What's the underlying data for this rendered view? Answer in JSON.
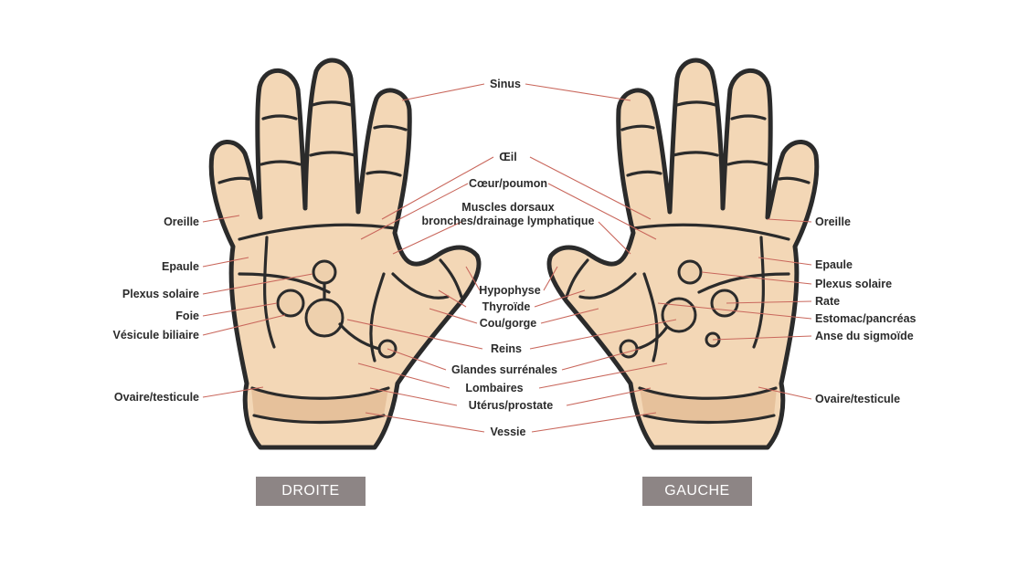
{
  "hands": {
    "right_caption": "DROITE",
    "left_caption": "GAUCHE"
  },
  "labels": {
    "sinus": "Sinus",
    "oeil": "Œil",
    "coeur_poumon": "Cœur/poumon",
    "muscles_dorsaux": "Muscles dorsaux",
    "bronches": "bronches/drainage lymphatique",
    "hypophyse": "Hypophyse",
    "thyroide": "Thyroïde",
    "cou_gorge": "Cou/gorge",
    "reins": "Reins",
    "glandes": "Glandes surrénales",
    "lombaires": "Lombaires",
    "uterus": "Utérus/prostate",
    "vessie": "Vessie",
    "right": {
      "oreille": "Oreille",
      "epaule": "Epaule",
      "plexus": "Plexus solaire",
      "foie": "Foie",
      "vesicule": "Vésicule biliaire",
      "ovaire": "Ovaire/testicule"
    },
    "left": {
      "oreille": "Oreille",
      "epaule": "Epaule",
      "plexus": "Plexus solaire",
      "rate": "Rate",
      "estomac": "Estomac/pancréas",
      "anse": "Anse du sigmoïde",
      "ovaire": "Ovaire/testicule"
    }
  },
  "colors": {
    "skin": "#f3d7b6",
    "outline": "#2b2b2b",
    "leader": "#c9675c",
    "caption_bg": "#8d8585"
  }
}
